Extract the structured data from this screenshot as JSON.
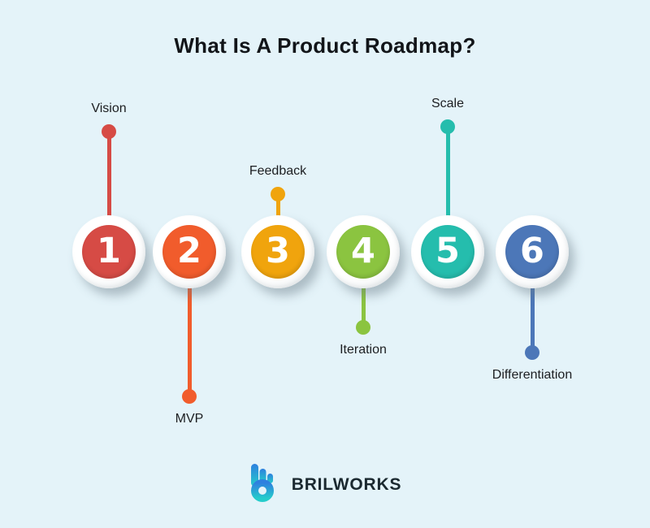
{
  "background_color": "#E4F3F9",
  "title": "What Is A Product Roadmap?",
  "roadmap": {
    "items": [
      {
        "number": "1",
        "label": "Vision",
        "color": "#D64B45",
        "label_position": "above"
      },
      {
        "number": "2",
        "label": "MVP",
        "color": "#F15C2C",
        "label_position": "below"
      },
      {
        "number": "3",
        "label": "Feedback",
        "color": "#F0A40D",
        "label_position": "above"
      },
      {
        "number": "4",
        "label": "Iteration",
        "color": "#8BC440",
        "label_position": "below"
      },
      {
        "number": "5",
        "label": "Scale",
        "color": "#25BDAD",
        "label_position": "above"
      },
      {
        "number": "6",
        "label": "Differentiation",
        "color": "#4C77B8",
        "label_position": "below"
      }
    ]
  },
  "footer": {
    "brand": "BRILWORKS",
    "logo_icon": "brilworks-b-mark",
    "logo_gradient_top": "#2E80DF",
    "logo_gradient_bottom": "#25CCCB"
  }
}
